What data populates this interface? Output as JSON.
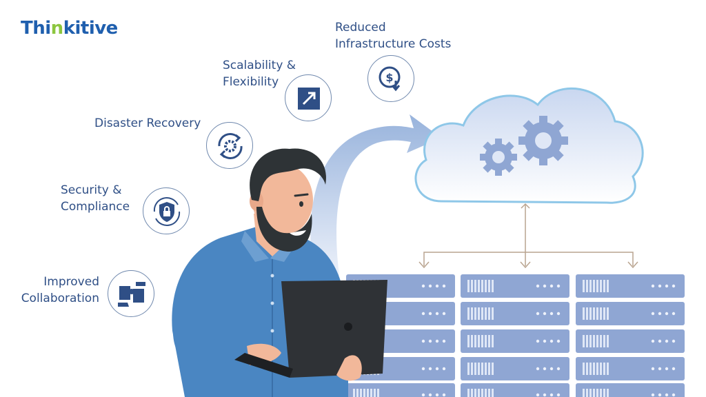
{
  "brand": {
    "part1": "Thi",
    "part2": "n",
    "part3": "kitive"
  },
  "benefits": [
    {
      "title": "Reduced\nInfrastructure Costs",
      "icon": "dollar-down-icon"
    },
    {
      "title": "Scalability &\nFlexibility",
      "icon": "expand-arrow-icon"
    },
    {
      "title": "Disaster Recovery",
      "icon": "recovery-gear-icon"
    },
    {
      "title": "Security &\nCompliance",
      "icon": "shield-lock-icon"
    },
    {
      "title": "Improved\nCollaboration",
      "icon": "puzzle-hands-icon"
    }
  ],
  "colors": {
    "primary": "#2f4f86",
    "brand_blue": "#1f5fae",
    "brand_green": "#8cc63f",
    "server": "#8fa6d3",
    "cloud": "#e8eef9",
    "shirt": "#4a86c2"
  }
}
